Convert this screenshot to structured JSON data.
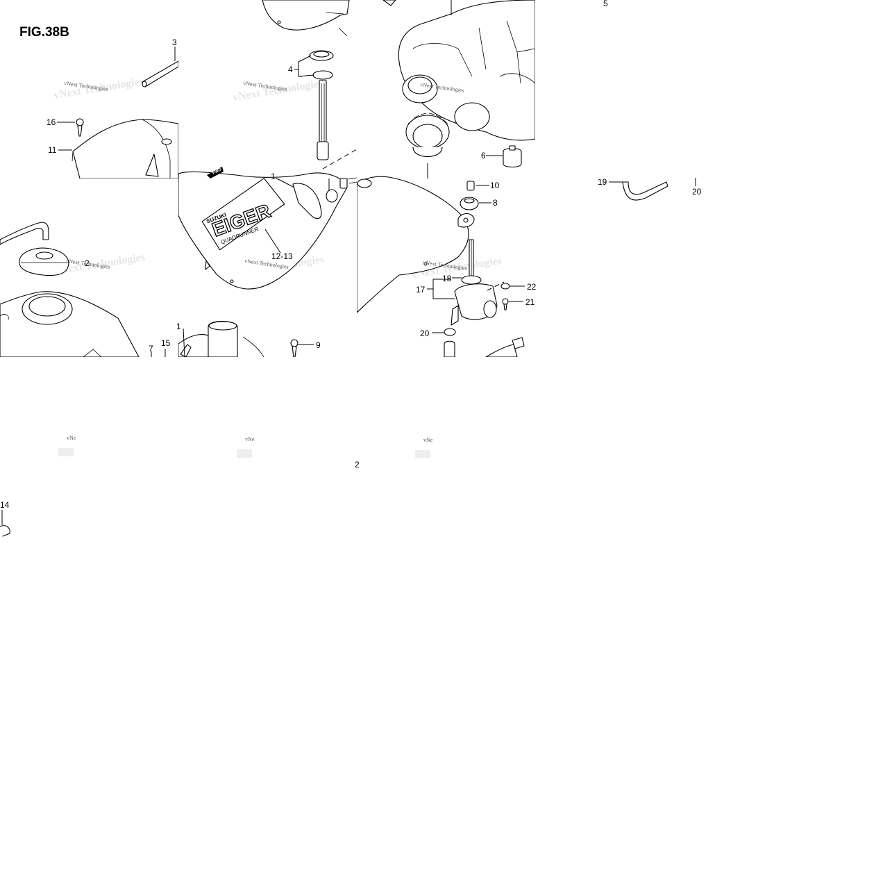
{
  "figure": {
    "title": "FIG.38B"
  },
  "callouts": {
    "n1_a": "1",
    "n1_b": "1",
    "n2": "2",
    "n3": "3",
    "n4": "4",
    "n5": "5",
    "n6": "6",
    "n7": "7",
    "n8": "8",
    "n9": "9",
    "n10": "10",
    "n11": "11",
    "n12_13": "12-13",
    "n14": "14",
    "n15": "15",
    "n16": "16",
    "n17": "17",
    "n18": "18",
    "n19": "19",
    "n20_a": "20",
    "n20_b": "20",
    "n21": "21",
    "n22": "22",
    "n22_partial": "2"
  },
  "decal": {
    "brand": "SUZUKI",
    "model": "EIGER",
    "sub": "QUADRUNNER",
    "fwd": "FWD"
  },
  "watermark": {
    "full": "vNext Technologies",
    "shadow": "vNext Technologies",
    "truncated": "vNe"
  }
}
